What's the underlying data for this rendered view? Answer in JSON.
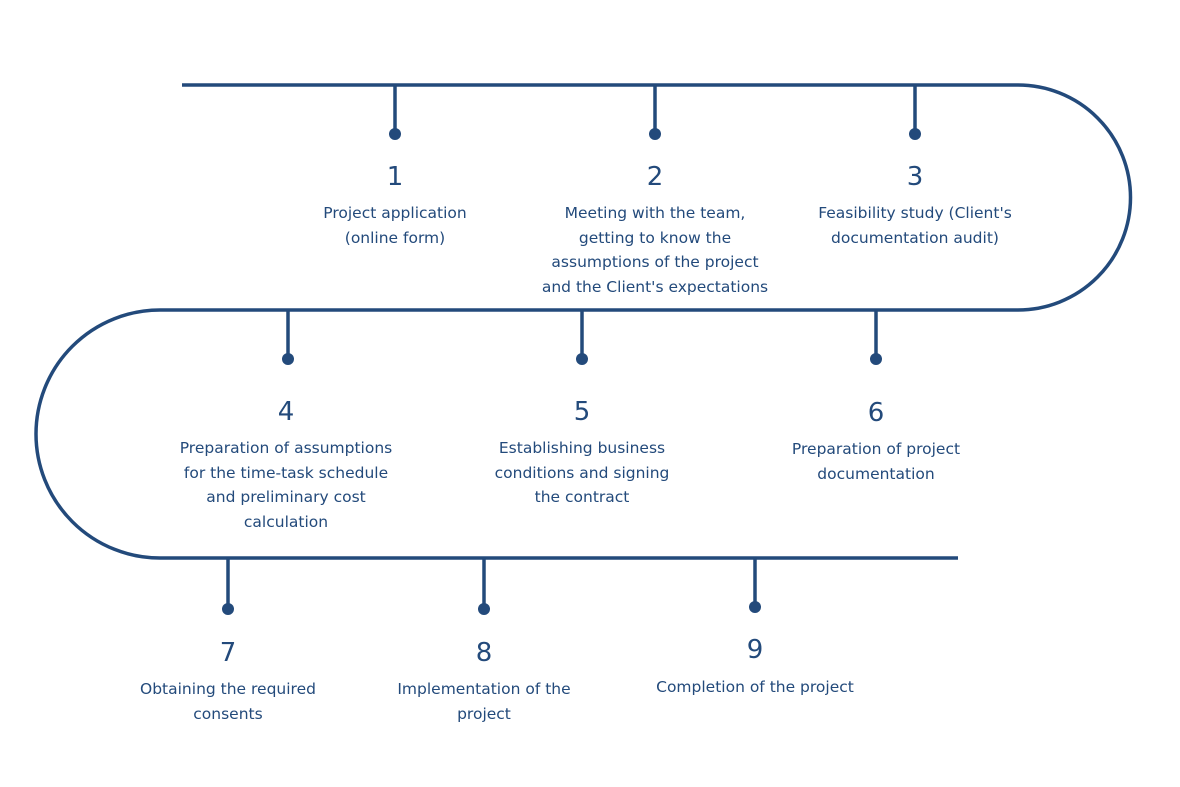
{
  "colors": {
    "line": "#234a7b",
    "text": "#234a7b",
    "background": "#ffffff"
  },
  "steps": [
    {
      "number": "1",
      "description": "Project application\n(online form)"
    },
    {
      "number": "2",
      "description": "Meeting with the team,\ngetting to know the\nassumptions of the project\nand the Client's expectations"
    },
    {
      "number": "3",
      "description": "Feasibility study (Client's\ndocumentation audit)"
    },
    {
      "number": "4",
      "description": "Preparation of assumptions\nfor the time-task schedule\nand preliminary cost\ncalculation"
    },
    {
      "number": "5",
      "description": "Establishing business\nconditions and signing\nthe contract"
    },
    {
      "number": "6",
      "description": "Preparation of project\ndocumentation"
    },
    {
      "number": "7",
      "description": "Obtaining the required\nconsents"
    },
    {
      "number": "8",
      "description": "Implementation of the\nproject"
    },
    {
      "number": "9",
      "description": "Completion of the project"
    }
  ]
}
